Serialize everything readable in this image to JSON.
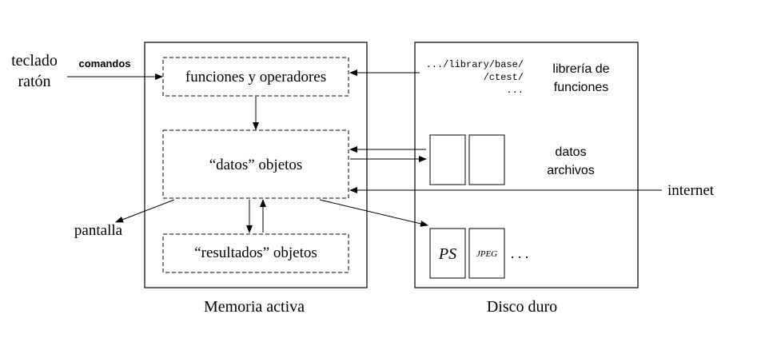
{
  "input": {
    "device_line1": "teclado",
    "device_line2": "ratón",
    "commands_label": "comandos"
  },
  "memory": {
    "label": "Memoria activa",
    "functions_box": "funciones y operadores",
    "data_box": "“datos” objetos",
    "results_box": "“resultados” objetos"
  },
  "disk": {
    "label": "Disco duro",
    "path_line1": ".../library/base/",
    "path_line2": "/ctest/",
    "path_line3": "...",
    "library_line1": "librería de",
    "library_line2": "funciones",
    "data_line1": "datos",
    "data_line2": "archivos",
    "ps_label": "PS",
    "jpeg_label": "JPEG",
    "more_label": ". . ."
  },
  "internet_label": "internet",
  "screen_label": "pantalla"
}
